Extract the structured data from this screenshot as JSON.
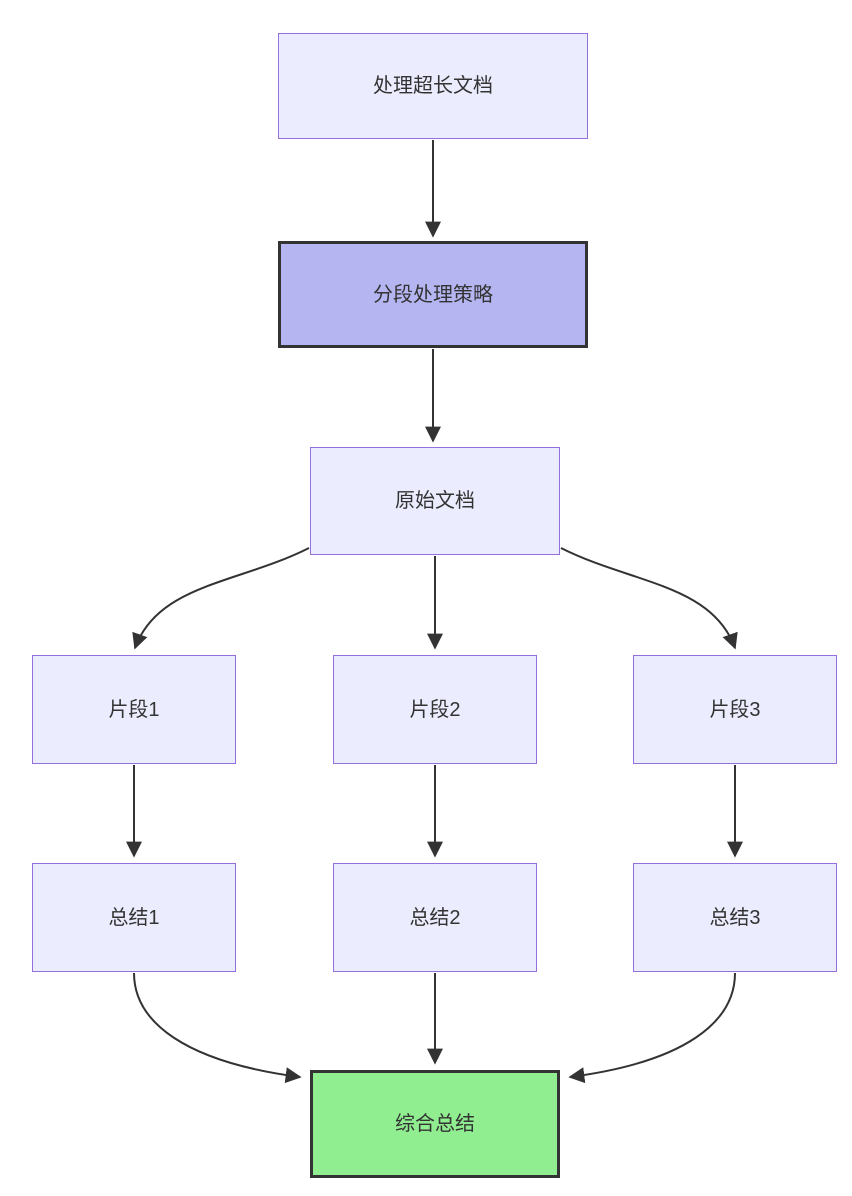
{
  "diagram": {
    "type": "flowchart",
    "direction": "top-down",
    "colors": {
      "default_node_fill": "#ECECFF",
      "default_node_border": "#9370DB",
      "highlight_node_fill": "#B5B5F2",
      "highlight_node_border": "#333333",
      "success_node_fill": "#90EE90",
      "success_node_border": "#333333",
      "edge_color": "#333333",
      "text_color": "#333333",
      "background": "#FFFFFF"
    },
    "nodes": {
      "process_long_doc": {
        "label": "处理超长文档",
        "style": "default"
      },
      "segmentation_strategy": {
        "label": "分段处理策略",
        "style": "emphasis"
      },
      "original_doc": {
        "label": "原始文档",
        "style": "default"
      },
      "fragment1": {
        "label": "片段1",
        "style": "default"
      },
      "fragment2": {
        "label": "片段2",
        "style": "default"
      },
      "fragment3": {
        "label": "片段3",
        "style": "default"
      },
      "summary1": {
        "label": "总结1",
        "style": "default"
      },
      "summary2": {
        "label": "总结2",
        "style": "default"
      },
      "summary3": {
        "label": "总结3",
        "style": "default"
      },
      "combined_summary": {
        "label": "综合总结",
        "style": "success"
      }
    },
    "edges": [
      {
        "from": "process_long_doc",
        "to": "segmentation_strategy"
      },
      {
        "from": "segmentation_strategy",
        "to": "original_doc"
      },
      {
        "from": "original_doc",
        "to": "fragment1"
      },
      {
        "from": "original_doc",
        "to": "fragment2"
      },
      {
        "from": "original_doc",
        "to": "fragment3"
      },
      {
        "from": "fragment1",
        "to": "summary1"
      },
      {
        "from": "fragment2",
        "to": "summary2"
      },
      {
        "from": "fragment3",
        "to": "summary3"
      },
      {
        "from": "summary1",
        "to": "combined_summary"
      },
      {
        "from": "summary2",
        "to": "combined_summary"
      },
      {
        "from": "summary3",
        "to": "combined_summary"
      }
    ]
  }
}
